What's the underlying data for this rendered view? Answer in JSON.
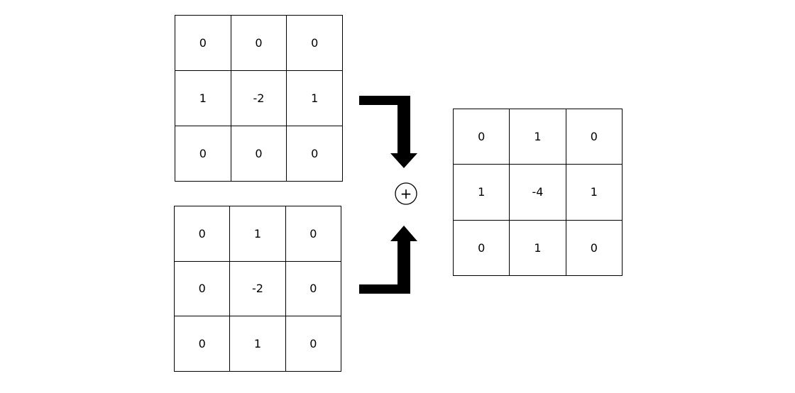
{
  "matrices": {
    "top": [
      [
        "0",
        "0",
        "0"
      ],
      [
        "1",
        "-2",
        "1"
      ],
      [
        "0",
        "0",
        "0"
      ]
    ],
    "bottom": [
      [
        "0",
        "1",
        "0"
      ],
      [
        "0",
        "-2",
        "0"
      ],
      [
        "0",
        "1",
        "0"
      ]
    ],
    "result": [
      [
        "0",
        "1",
        "0"
      ],
      [
        "1",
        "-4",
        "1"
      ],
      [
        "0",
        "1",
        "0"
      ]
    ]
  },
  "operator": "+",
  "colors": {
    "line": "#000000",
    "background": "#ffffff"
  }
}
